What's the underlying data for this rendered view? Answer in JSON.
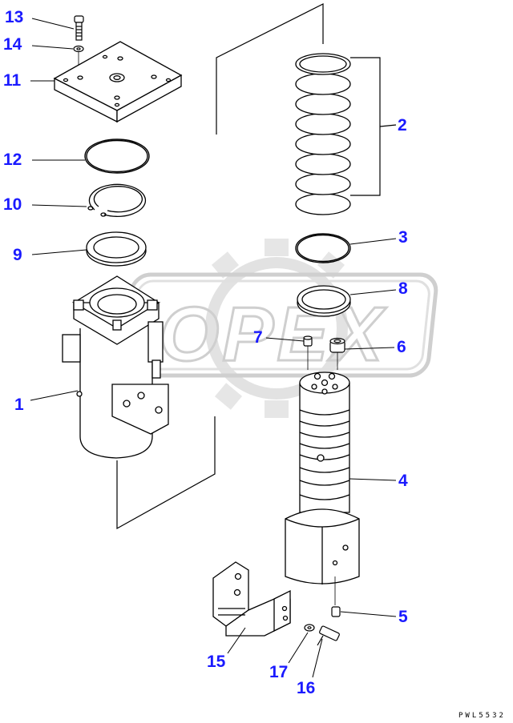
{
  "diagram": {
    "reference_code": "PWL5532",
    "watermark": "OPEX",
    "callouts": [
      {
        "id": "c13",
        "label": "13"
      },
      {
        "id": "c14",
        "label": "14"
      },
      {
        "id": "c11",
        "label": "11"
      },
      {
        "id": "c12",
        "label": "12"
      },
      {
        "id": "c10",
        "label": "10"
      },
      {
        "id": "c9",
        "label": "9"
      },
      {
        "id": "c1",
        "label": "1"
      },
      {
        "id": "c2",
        "label": "2"
      },
      {
        "id": "c3",
        "label": "3"
      },
      {
        "id": "c8",
        "label": "8"
      },
      {
        "id": "c7",
        "label": "7"
      },
      {
        "id": "c6",
        "label": "6"
      },
      {
        "id": "c4",
        "label": "4"
      },
      {
        "id": "c5",
        "label": "5"
      },
      {
        "id": "c15",
        "label": "15"
      },
      {
        "id": "c17",
        "label": "17"
      },
      {
        "id": "c16",
        "label": "16"
      }
    ]
  },
  "colors": {
    "callout": "#1a1aff",
    "line": "#000000",
    "watermark": "#d9d9d9"
  }
}
